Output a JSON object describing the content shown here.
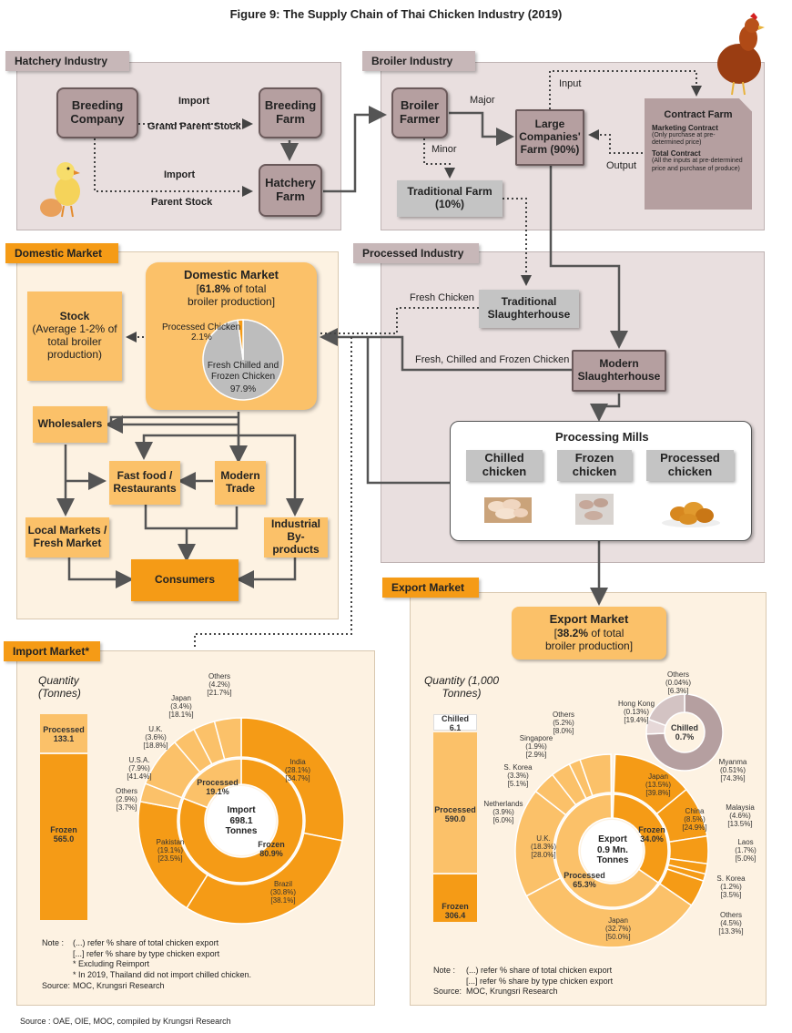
{
  "title": "Figure 9: The Supply Chain of Thai Chicken Industry (2019)",
  "source": "Source : OAE, OIE, MOC, compiled by Krungsri Research",
  "hatchery": {
    "tag": "Hatchery Industry",
    "breeding_company": "Breeding Company",
    "breeding_farm": "Breeding Farm",
    "hatchery_farm": "Hatchery Farm",
    "import1": "Import",
    "gps": "Grand Parent Stock",
    "import2": "Import",
    "ps": "Parent Stock"
  },
  "broiler": {
    "tag": "Broiler Industry",
    "farmer": "Broiler Farmer",
    "major": "Major",
    "minor": "Minor",
    "large": "Large Companies' Farm (90%)",
    "traditional": "Traditional Farm (10%)",
    "input": "Input",
    "output": "Output",
    "contract_title": "Contract Farm",
    "mc_title": "Marketing Contract",
    "mc_desc": "(Only purchase at pre-determined price)",
    "tc_title": "Total Contract",
    "tc_desc": "(All the inputs at pre-determined price and purchase of produce)"
  },
  "processed": {
    "tag": "Processed Industry",
    "fresh_chicken": "Fresh Chicken",
    "trad_slaughter": "Traditional Slaughterhouse",
    "fcf": "Fresh, Chilled and Frozen Chicken",
    "modern_slaughter": "Modern Slaughterhouse",
    "mills_title": "Processing Mills",
    "chilled": "Chilled chicken",
    "frozen": "Frozen chicken",
    "processed": "Processed chicken"
  },
  "domestic": {
    "tag": "Domestic Market",
    "main_title": "Domestic Market",
    "main_pct": "61.8%",
    "main_sub": "of total",
    "main_sub2": "broiler production]",
    "pie_processed_label": "Processed Chicken",
    "pie_processed_pct": "2.1%",
    "pie_fresh_label": "Fresh Chilled and Frozen Chicken",
    "pie_fresh_pct": "97.9%",
    "stock_title": "Stock",
    "stock_desc": "(Average 1-2% of total broiler production)",
    "wholesalers": "Wholesalers",
    "fastfood": "Fast food / Restaurants",
    "modern_trade": "Modern Trade",
    "local_markets": "Local Markets / Fresh Market",
    "industrial": "Industrial By-products",
    "consumers": "Consumers"
  },
  "import_market": {
    "tag": "Import Market*",
    "qty_label": "Quantity (Tonnes)",
    "bar_processed_label": "Processed",
    "bar_processed_value": "133.1",
    "bar_frozen_label": "Frozen",
    "bar_frozen_value": "565.0",
    "center1": "Import",
    "center2": "698.1",
    "center3": "Tonnes",
    "inner_processed": "Processed",
    "inner_processed_pct": "19.1%",
    "inner_frozen": "Frozen",
    "inner_frozen_pct": "80.9%",
    "countries": [
      {
        "name": "India",
        "a": "(28.1%)",
        "b": "[34.7%]"
      },
      {
        "name": "Brazil",
        "a": "(30.8%)",
        "b": "[38.1%]"
      },
      {
        "name": "Pakistan",
        "a": "(19.1%)",
        "b": "[23.5%]"
      },
      {
        "name": "Others",
        "a": "(2.9%)",
        "b": "[3.7%]"
      },
      {
        "name": "U.S.A.",
        "a": "(7.9%)",
        "b": "[41.4%]"
      },
      {
        "name": "U.K.",
        "a": "(3.6%)",
        "b": "[18.8%]"
      },
      {
        "name": "Japan",
        "a": "(3.4%)",
        "b": "[18.1%]"
      },
      {
        "name": "Others",
        "a": "(4.2%)",
        "b": "[21.7%]"
      }
    ],
    "note_label": "Note :",
    "notes": [
      "(...) refer % share of total chicken export",
      "[...] refer % share by type chicken export",
      "* Excluding Reimport",
      "* In 2019, Thailand did not import chilled chicken."
    ],
    "source_label": "Source:",
    "source": "MOC, Krungsri Research"
  },
  "export_market": {
    "tag": "Export Market",
    "main_title": "Export Market",
    "main_pct": "38.2%",
    "main_sub": "of total",
    "main_sub2": "broiler production]",
    "qty_label": "Quantity (1,000 Tonnes)",
    "bar_chilled_label": "Chilled",
    "bar_chilled_value": "6.1",
    "bar_processed_label": "Processed",
    "bar_processed_value": "590.0",
    "bar_frozen_label": "Frozen",
    "bar_frozen_value": "306.4",
    "center1": "Export",
    "center2": "0.9 Mn.",
    "center3": "Tonnes",
    "inner_frozen": "Frozen",
    "inner_frozen_pct": "34.0%",
    "inner_processed": "Processed",
    "inner_processed_pct": "65.3%",
    "chilled_donut": "Chilled",
    "chilled_donut_pct": "0.7%",
    "countries": [
      {
        "name": "Others",
        "a": "(0.04%)",
        "b": "[6.3%]"
      },
      {
        "name": "Hong Kong",
        "a": "(0.13%)",
        "b": "[19.4%]"
      },
      {
        "name": "Myanma",
        "a": "(0.51%)",
        "b": "[74.3%]"
      },
      {
        "name": "Japan",
        "a": "(13.5%)",
        "b": "[39.8%]"
      },
      {
        "name": "China",
        "a": "(8.5%)",
        "b": "[24.9%]"
      },
      {
        "name": "Malaysia",
        "a": "(4.6%)",
        "b": "[13.5%]"
      },
      {
        "name": "Laos",
        "a": "(1.7%)",
        "b": "[5.0%]"
      },
      {
        "name": "S. Korea",
        "a": "(1.2%)",
        "b": "[3.5%]"
      },
      {
        "name": "Others",
        "a": "(4.5%)",
        "b": "[13.3%]"
      },
      {
        "name": "Japan",
        "a": "(32.7%)",
        "b": "[50.0%]"
      },
      {
        "name": "U.K.",
        "a": "(18.3%)",
        "b": "[28.0%]"
      },
      {
        "name": "Netherlands",
        "a": "(3.9%)",
        "b": "[6.0%]"
      },
      {
        "name": "S. Korea",
        "a": "(3.3%)",
        "b": "[5.1%]"
      },
      {
        "name": "Singapore",
        "a": "(1.9%)",
        "b": "[2.9%]"
      },
      {
        "name": "Others",
        "a": "(5.2%)",
        "b": "[8.0%]"
      }
    ],
    "note_label": "Note :",
    "notes": [
      "(...) refer % share of total chicken export",
      "[...] refer % share by type chicken export"
    ],
    "source_label": "Source:",
    "source": "MOC, Krungsri Research"
  },
  "colors": {
    "orange": "#f59b16",
    "light_orange": "#fbc169",
    "mauve": "#b59fa0",
    "gray_panel": "#e9dfdf",
    "cream_panel": "#fdf2e2"
  }
}
